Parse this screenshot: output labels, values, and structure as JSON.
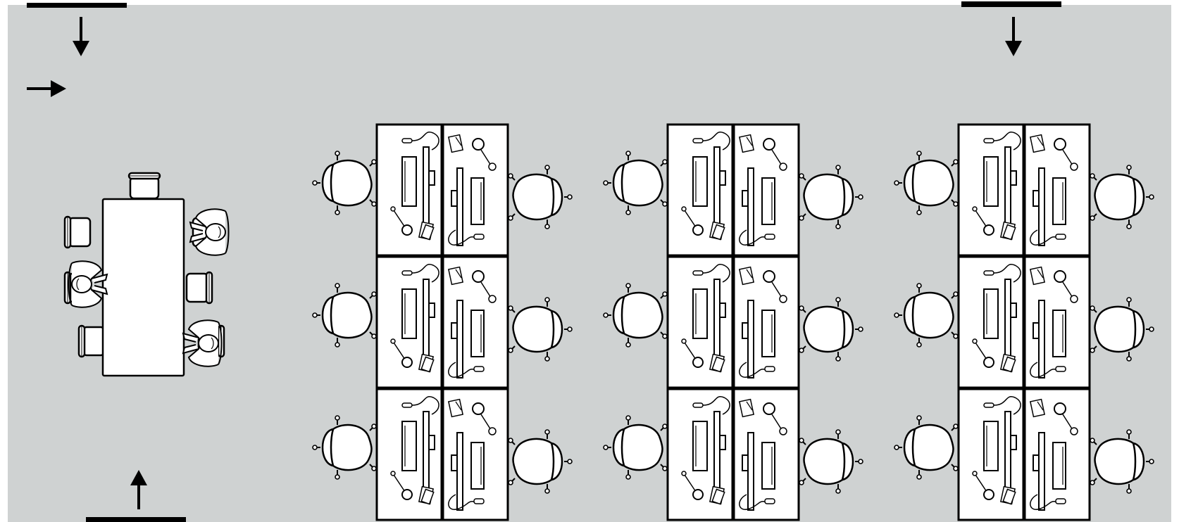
{
  "plan": {
    "floor_color": "#cfd2d2",
    "line_color": "#000000",
    "fill_color": "#ffffff",
    "entrances": [
      "top-left",
      "top-right",
      "bottom-left"
    ],
    "arrows": [
      "down",
      "right",
      "down",
      "up"
    ],
    "meeting_table": {
      "chairs": 7,
      "seated_people": 3
    },
    "workstation_clusters": [
      {
        "desks": 6,
        "chairs": 6
      },
      {
        "desks": 6,
        "chairs": 6
      },
      {
        "desks": 6,
        "chairs": 6
      }
    ],
    "desk_items": [
      "monitor",
      "keyboard",
      "mouse",
      "desk-lamp",
      "papers",
      "phone"
    ]
  }
}
